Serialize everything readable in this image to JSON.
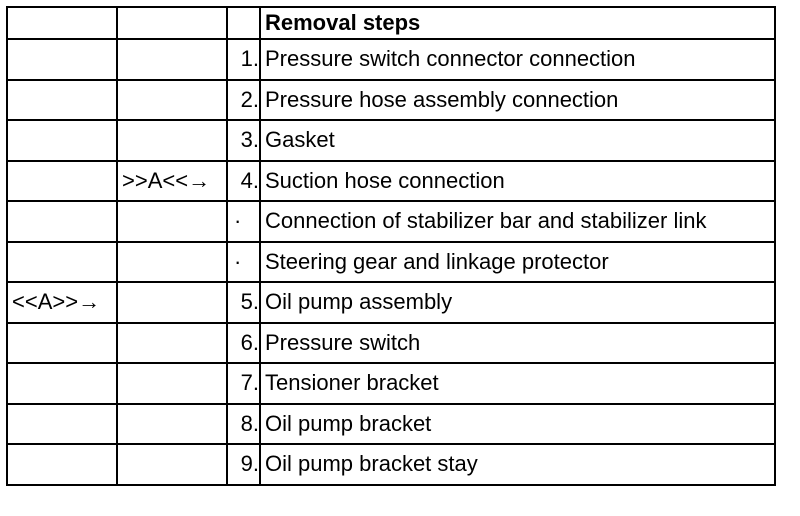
{
  "table": {
    "header": "Removal steps",
    "rows": [
      {
        "install_mark": "",
        "removal_mark": "",
        "num": "1.",
        "step": "Pressure switch connector connection"
      },
      {
        "install_mark": "",
        "removal_mark": "",
        "num": "2.",
        "step": "Pressure hose assembly connection"
      },
      {
        "install_mark": "",
        "removal_mark": "",
        "num": "3.",
        "step": "Gasket"
      },
      {
        "install_mark": "",
        "removal_mark": ">>A<<→",
        "num": "4.",
        "step": "Suction hose connection"
      },
      {
        "install_mark": "",
        "removal_mark": "",
        "num": "·",
        "step": "Connection of stabilizer bar and stabilizer link"
      },
      {
        "install_mark": "",
        "removal_mark": "",
        "num": "·",
        "step": "Steering gear and linkage protector"
      },
      {
        "install_mark": "<<A>>→",
        "removal_mark": "",
        "num": "5.",
        "step": "Oil pump assembly"
      },
      {
        "install_mark": "",
        "removal_mark": "",
        "num": "6.",
        "step": "Pressure switch"
      },
      {
        "install_mark": "",
        "removal_mark": "",
        "num": "7.",
        "step": "Tensioner bracket"
      },
      {
        "install_mark": "",
        "removal_mark": "",
        "num": "8.",
        "step": "Oil pump bracket"
      },
      {
        "install_mark": "",
        "removal_mark": "",
        "num": "9.",
        "step": "Oil pump bracket stay"
      }
    ]
  }
}
